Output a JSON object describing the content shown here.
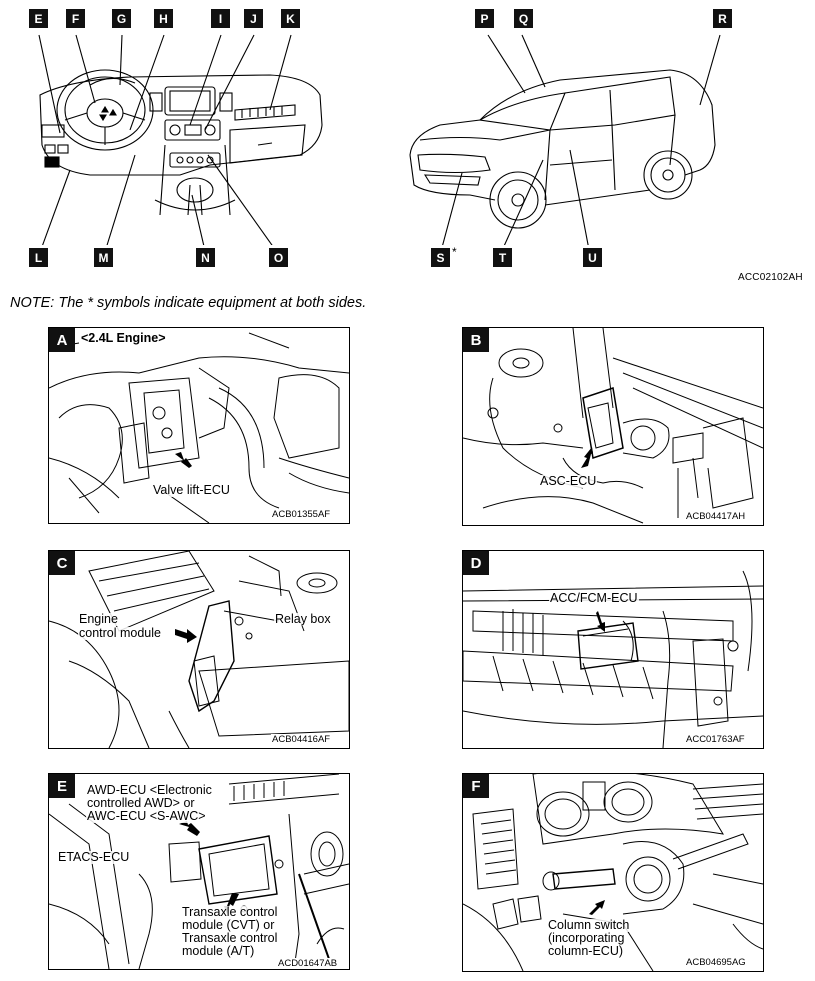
{
  "overview": {
    "interior_tags": [
      "E",
      "F",
      "G",
      "H",
      "I",
      "J",
      "K"
    ],
    "interior_bottom_tags": [
      "L",
      "M",
      "N",
      "O"
    ],
    "exterior_tags": [
      "P",
      "Q",
      "R"
    ],
    "exterior_bottom_tags": [
      "S",
      "T",
      "U"
    ],
    "star_symbol": "*",
    "figure_code": "ACC02102AH"
  },
  "note": "NOTE: The * symbols indicate equipment at both sides.",
  "panels": [
    {
      "tag": "A",
      "engine": "<2.4L Engine>",
      "labels": [
        "Valve lift-ECU"
      ],
      "code": "ACB01355AF"
    },
    {
      "tag": "B",
      "labels": [
        "ASC-ECU"
      ],
      "code": "ACB04417AH"
    },
    {
      "tag": "C",
      "labels": [
        "Engine",
        "control module",
        "Relay box"
      ],
      "code": "ACB04416AF"
    },
    {
      "tag": "D",
      "labels": [
        "ACC/FCM-ECU"
      ],
      "code": "ACC01763AF"
    },
    {
      "tag": "E",
      "labels": [
        "AWD-ECU <Electronic",
        "controlled AWD> or",
        "AWC-ECU <S-AWC>",
        "ETACS-ECU",
        "Transaxle control",
        "module (CVT) or",
        "Transaxle control",
        "module (A/T)"
      ],
      "code": "ACD01647AB"
    },
    {
      "tag": "F",
      "labels": [
        "Column switch",
        "(incorporating",
        "column-ECU)"
      ],
      "code": "ACB04695AG"
    }
  ]
}
